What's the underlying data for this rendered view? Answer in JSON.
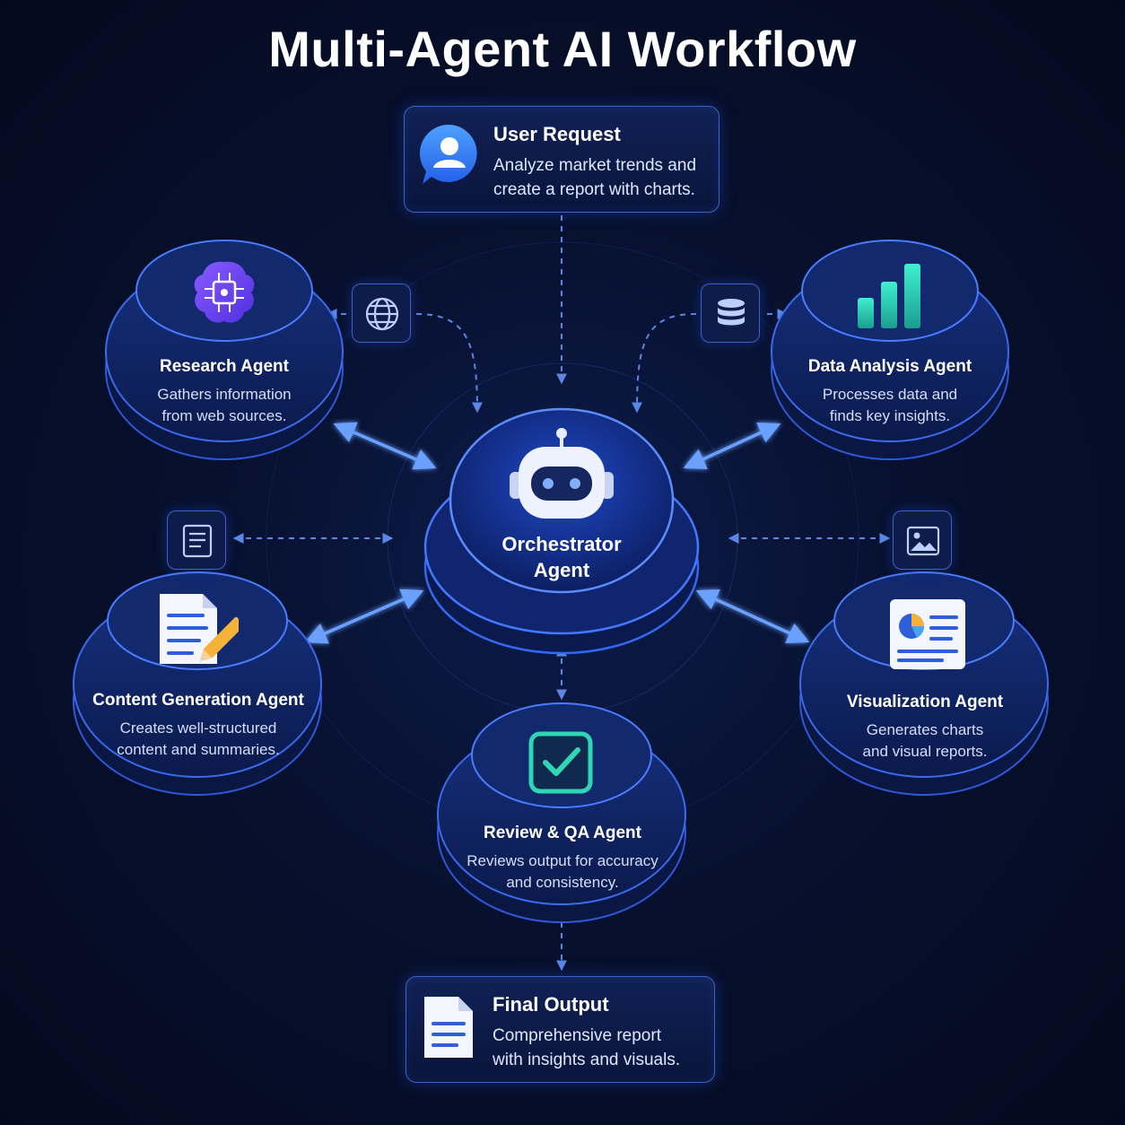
{
  "title": "Multi-Agent AI Workflow",
  "user_request": {
    "title": "User Request",
    "desc_line1": "Analyze market trends and",
    "desc_line2": "create a report with charts.",
    "icon": "user-chat-icon"
  },
  "orchestrator": {
    "line1": "Orchestrator",
    "line2": "Agent",
    "icon": "robot-icon"
  },
  "agents": {
    "research": {
      "name": "Research Agent",
      "desc1": "Gathers information",
      "desc2": "from web sources.",
      "icon": "brain-chip-icon"
    },
    "data_analysis": {
      "name": "Data Analysis Agent",
      "desc1": "Processes data and",
      "desc2": "finds key insights.",
      "icon": "bar-chart-icon"
    },
    "content": {
      "name": "Content Generation Agent",
      "desc1": "Creates well-structured",
      "desc2": "content and summaries.",
      "icon": "document-pencil-icon"
    },
    "visualization": {
      "name": "Visualization Agent",
      "desc1": "Generates charts",
      "desc2": "and visual reports.",
      "icon": "report-chart-icon"
    },
    "review": {
      "name": "Review & QA Agent",
      "desc1": "Reviews output for accuracy",
      "desc2": "and consistency.",
      "icon": "checkbox-icon"
    }
  },
  "tools": [
    "globe-icon",
    "database-icon",
    "notes-icon",
    "image-icon"
  ],
  "final_output": {
    "title": "Final Output",
    "desc_line1": "Comprehensive report",
    "desc_line2": "with insights and visuals.",
    "icon": "document-icon"
  },
  "colors": {
    "background": "#050b22",
    "accent_blue": "#3c7dff",
    "purple": "#7b4dff",
    "teal": "#2ad1b4"
  }
}
